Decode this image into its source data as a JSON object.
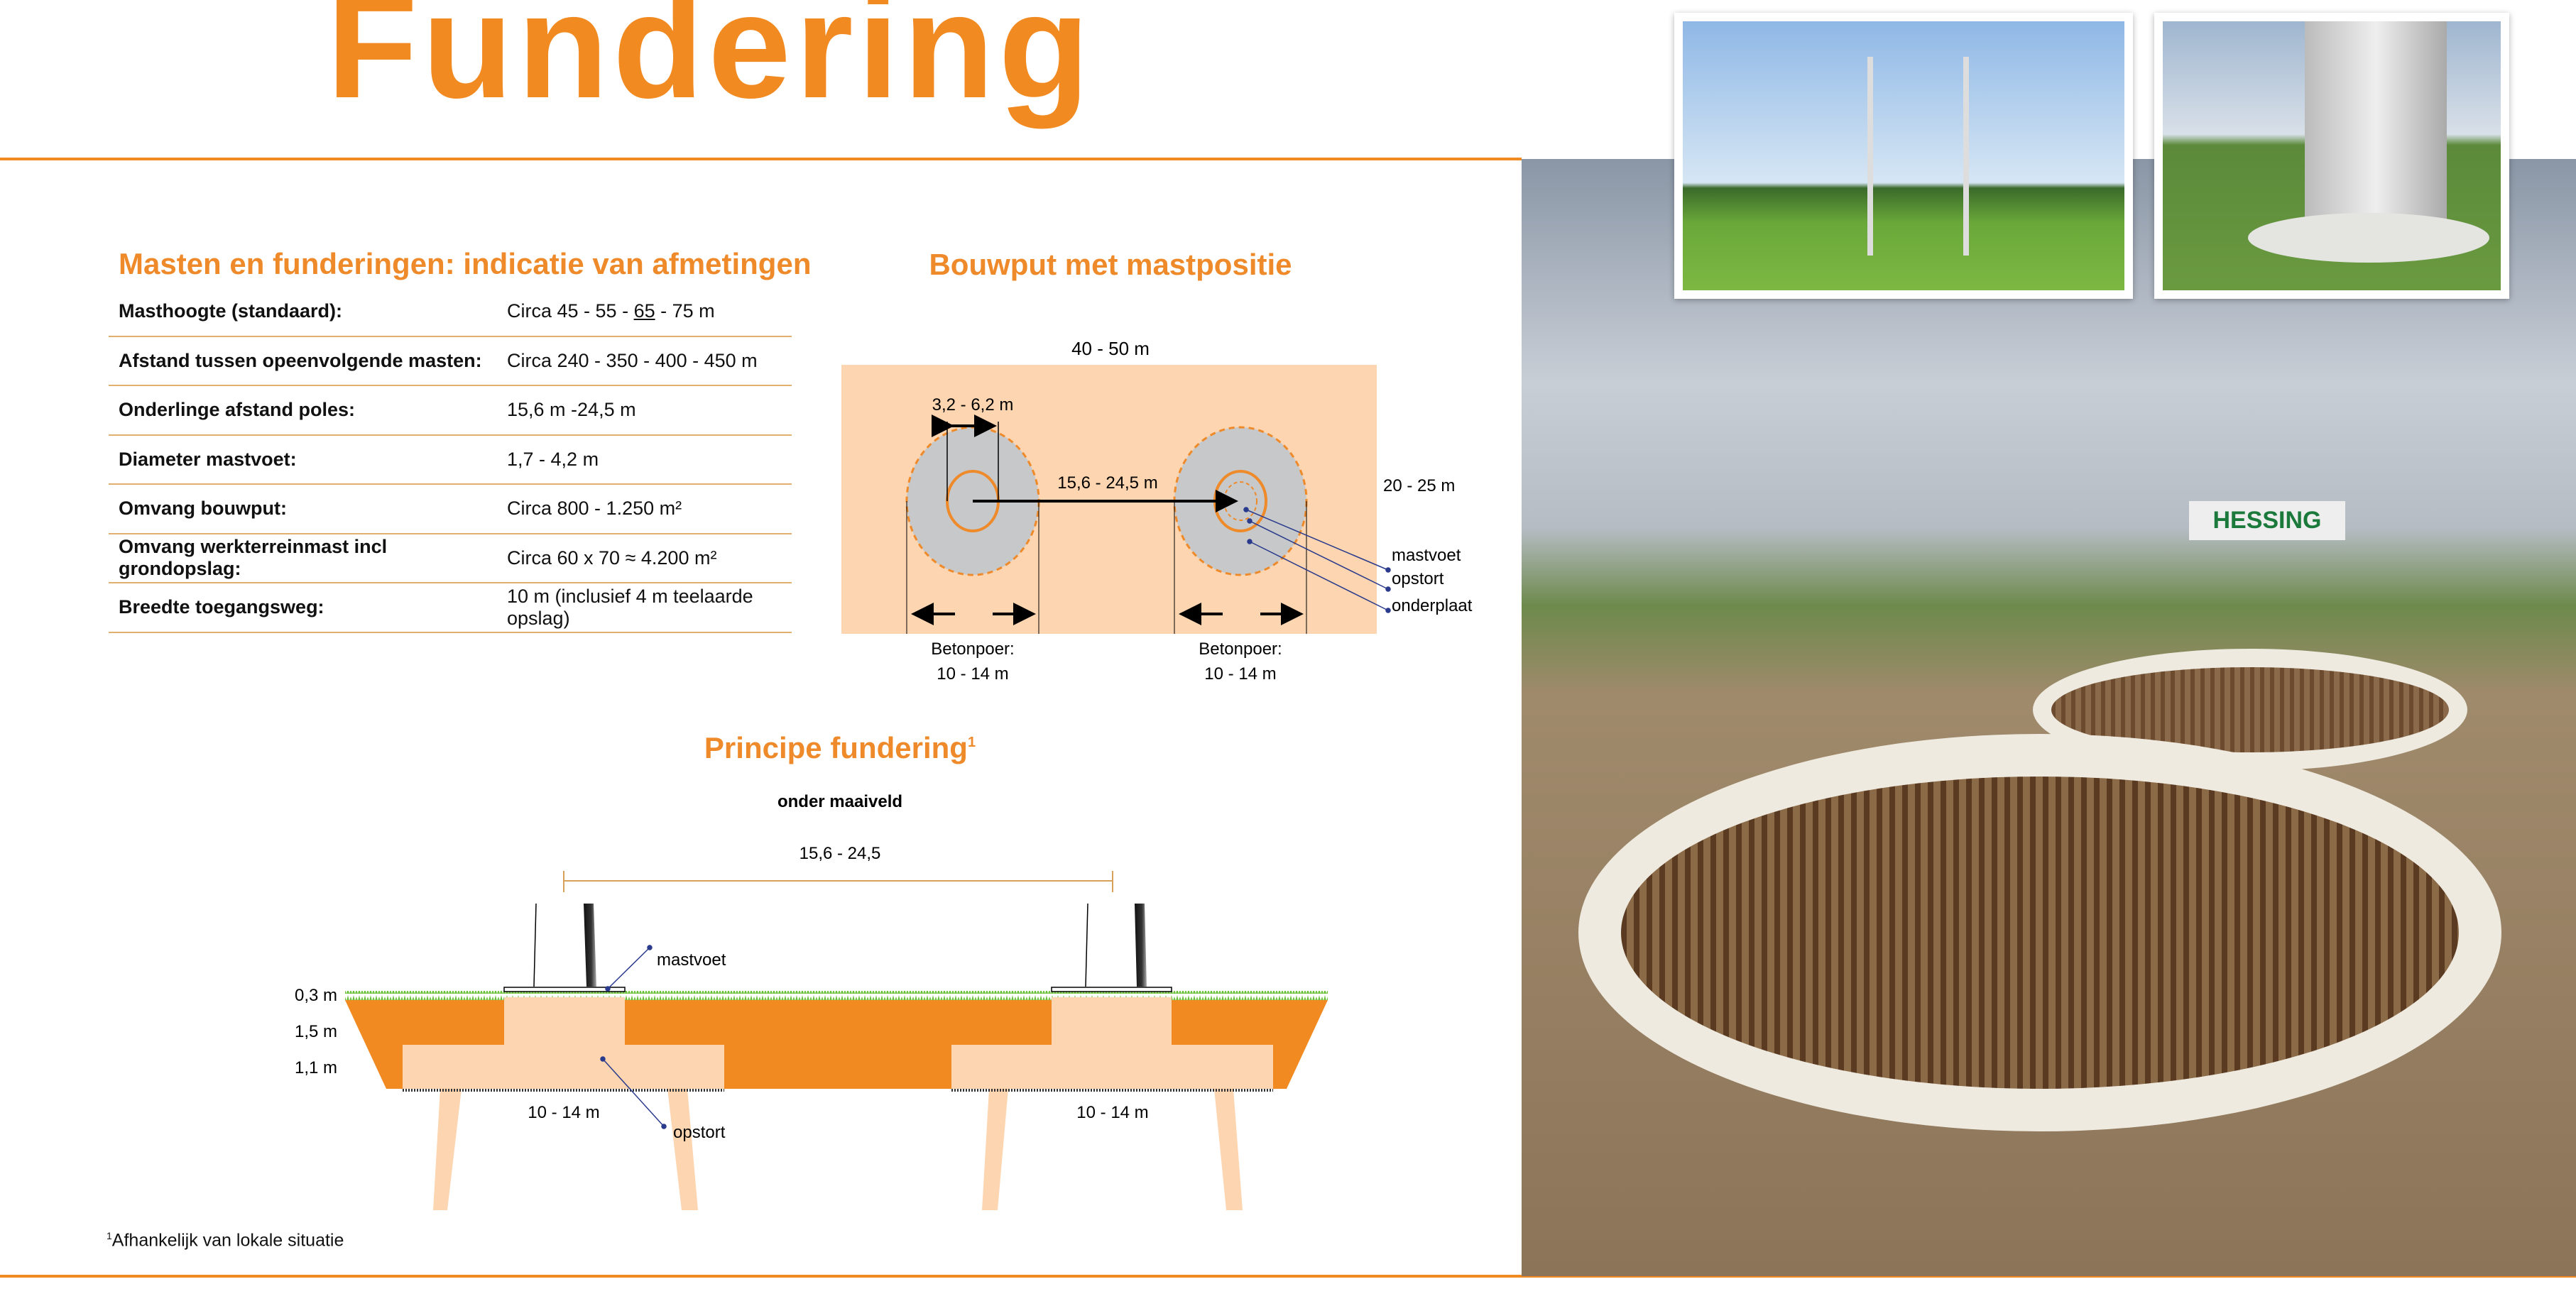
{
  "page_title": "Fundering",
  "colors": {
    "accent": "#f28a22",
    "peach": "#fdd5b0",
    "grey": "#c6c8ca",
    "leader": "#2a3a8c"
  },
  "specs": {
    "heading": "Masten en funderingen: indicatie van afmetingen",
    "rows": [
      {
        "label": "Masthoogte (standaard):",
        "value_pre": "Circa 45 - 55 - ",
        "value_underlined": "65",
        "value_post": " - 75 m"
      },
      {
        "label": "Afstand tussen opeenvolgende masten:",
        "value": "Circa 240 - 350 - 400 - 450 m"
      },
      {
        "label": "Onderlinge afstand poles:",
        "value": "15,6 m -24,5 m"
      },
      {
        "label": "Diameter mastvoet:",
        "value": "1,7 - 4,2 m"
      },
      {
        "label": "Omvang bouwput:",
        "value": "Circa 800 - 1.250 m²"
      },
      {
        "label": "Omvang werkterreinmast incl grondopslag:",
        "value": "Circa 60 x 70 ≈ 4.200 m²"
      },
      {
        "label": "Breedte toegangsweg:",
        "value": "10 m (inclusief 4 m teelaarde opslag)"
      }
    ]
  },
  "bouwput": {
    "heading": "Bouwput met mastpositie",
    "width_label": "40 - 50 m",
    "height_label": "20 - 25 m",
    "mastvoet_diameter": "3,2 - 6,2 m",
    "pole_distance": "15,6 - 24,5 m",
    "legend": [
      "mastvoet",
      "opstort",
      "onderplaat"
    ],
    "betonpoer_label": "Betonpoer:",
    "betonpoer_size": "10 - 14 m"
  },
  "principe": {
    "heading": "Principe fundering",
    "heading_sup": "1",
    "subheading": "onder maaiveld",
    "span_label": "15,6 - 24,5",
    "depths": [
      "0,3 m",
      "1,5 m",
      "1,1 m"
    ],
    "mastvoet_label": "mastvoet",
    "opstort_label": "opstort",
    "plate_size": "10 - 14 m"
  },
  "footnote": {
    "sup": "1",
    "text": "Afhankelijk van lokale situatie"
  },
  "photo": {
    "truck_text": "HESSING"
  }
}
